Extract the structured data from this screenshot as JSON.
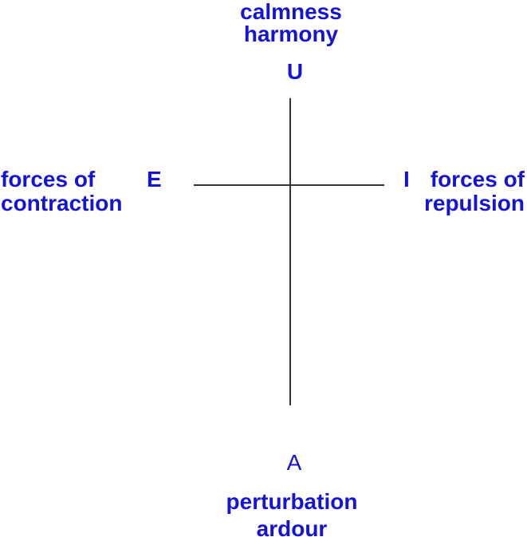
{
  "diagram": {
    "title_hint": "vowel forces cross diagram",
    "top": {
      "line1": "calmness",
      "line2": "harmony",
      "vowel": "U"
    },
    "left": {
      "line1": "forces of",
      "line2": "contraction",
      "vowel": "E"
    },
    "right": {
      "vowel": "I",
      "line1": "forces of",
      "line2": "repulsion"
    },
    "bottom": {
      "vowel": "A",
      "line1": "perturbation",
      "line2": "ardour"
    }
  },
  "colors": {
    "label_blue": "#1414d2",
    "axis_line": "#333333",
    "background": "#ffffff"
  }
}
